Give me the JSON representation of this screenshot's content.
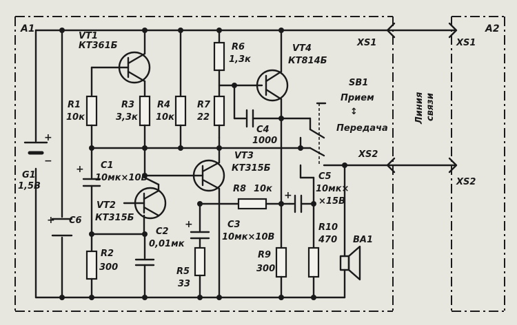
{
  "blocks": {
    "a1": "A1",
    "a2": "A2"
  },
  "connectors": {
    "xs1_a1": "XS1",
    "xs2_a1": "XS2",
    "xs1_a2": "XS1",
    "xs2_a2": "XS2"
  },
  "line": {
    "label1": "Линия",
    "label2": "связи"
  },
  "switch": {
    "name": "SB1",
    "mode1": "Прием",
    "mode2": "Передача"
  },
  "battery": {
    "name": "G1",
    "value": "1,5В"
  },
  "transistors": {
    "vt1": {
      "name": "VT1",
      "type": "КТ361Б"
    },
    "vt2": {
      "name": "VT2",
      "type": "КТ315Б"
    },
    "vt3": {
      "name": "VT3",
      "type": "КТ315Б"
    },
    "vt4": {
      "name": "VT4",
      "type": "КТ814Б"
    }
  },
  "resistors": {
    "r1": {
      "name": "R1",
      "value": "10к"
    },
    "r2": {
      "name": "R2",
      "value": "300"
    },
    "r3": {
      "name": "R3",
      "value": "3,3к"
    },
    "r4": {
      "name": "R4",
      "value": "10к"
    },
    "r5": {
      "name": "R5",
      "value": "33"
    },
    "r6": {
      "name": "R6",
      "value": "1,3к"
    },
    "r7": {
      "name": "R7",
      "value": "22"
    },
    "r8": {
      "name": "R8",
      "value": "10к"
    },
    "r9": {
      "name": "R9",
      "value": "300"
    },
    "r10": {
      "name": "R10",
      "value": "470"
    }
  },
  "capacitors": {
    "c1": {
      "name": "C1",
      "value": "10мк×10В"
    },
    "c2": {
      "name": "C2",
      "value": "0,01мк"
    },
    "c3": {
      "name": "C3",
      "value": "10мк×10В"
    },
    "c4": {
      "name": "C4",
      "value": "1000"
    },
    "c5": {
      "name": "C5",
      "value1": "10мк×",
      "value2": "×15В"
    },
    "c6": {
      "name": "C6"
    }
  },
  "speaker": {
    "name": "BA1"
  },
  "polarity": {
    "plus": "+",
    "minus": "−"
  }
}
